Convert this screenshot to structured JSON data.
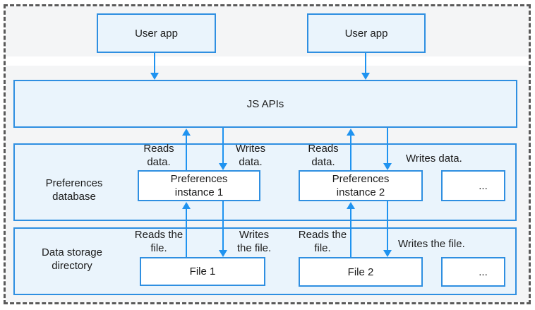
{
  "nodes": {
    "user_app_1": "User app",
    "user_app_2": "User app",
    "js_apis": "JS APIs",
    "preferences_section": "Preferences database",
    "instance_1": "Preferences instance 1",
    "instance_2": "Preferences instance 2",
    "instances_more": "...",
    "storage_section": "Data storage directory",
    "file_1": "File 1",
    "file_2": "File 2",
    "files_more": "..."
  },
  "edge_labels": {
    "reads_data_1": "Reads data.",
    "writes_data_1": "Writes data.",
    "reads_data_2": "Reads data.",
    "writes_data_2": "Writes data.",
    "reads_file_1": "Reads the file.",
    "writes_file_1": "Writes the file.",
    "reads_file_2": "Reads the file.",
    "writes_file_2": "Writes the file."
  },
  "colors": {
    "box_border": "#2f8fe1",
    "box_fill": "#eaf4fc",
    "inner_box_fill": "#ffffff",
    "arrow": "#1f93f0",
    "dashed_border": "#5a5a5a",
    "band_background": "#f4f5f6",
    "text": "#1a1a1a"
  }
}
